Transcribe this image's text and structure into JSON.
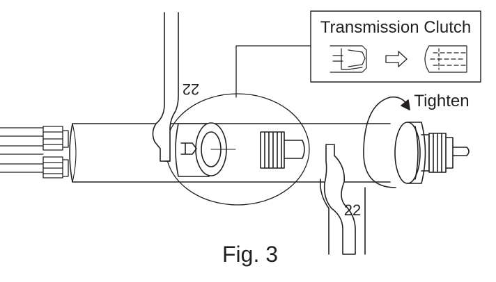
{
  "callout": {
    "title": "Transmission Clutch"
  },
  "labels": {
    "action": "Tighten",
    "wrench_left_size": "22",
    "wrench_right_size": "22"
  },
  "caption": "Fig. 3",
  "colors": {
    "line": "#231f20",
    "background": "#ffffff"
  }
}
